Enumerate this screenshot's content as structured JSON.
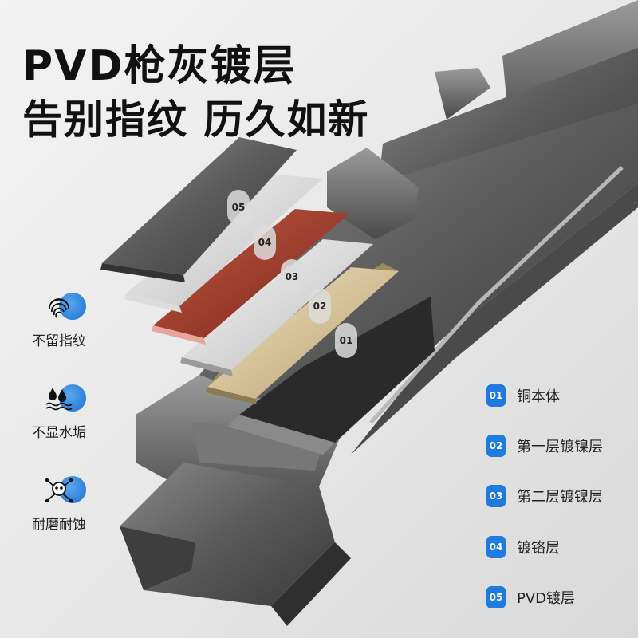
{
  "headline": {
    "line1": "PVD枪灰镀层",
    "line2": "告别指纹 历久如新"
  },
  "features": [
    {
      "label": "不留指纹",
      "icon": "fingerprint-icon"
    },
    {
      "label": "不显水垢",
      "icon": "water-drop-icon"
    },
    {
      "label": "耐磨耐蚀",
      "icon": "skull-crossbones-icon"
    }
  ],
  "layers": [
    {
      "number": "01",
      "label": "铜本体",
      "color": "#d8c49a"
    },
    {
      "number": "02",
      "label": "第一层镀镍层",
      "color": "#d6d6d6"
    },
    {
      "number": "03",
      "label": "第二层镀镍层",
      "color": "#a8412e"
    },
    {
      "number": "04",
      "label": "镀铬层",
      "color": "#e4e4e4"
    },
    {
      "number": "05",
      "label": "PVD镀层",
      "color": "#6b6b6b"
    }
  ],
  "colors": {
    "accent": "#1f7be0",
    "gunmetal": "#5e5e5e"
  }
}
